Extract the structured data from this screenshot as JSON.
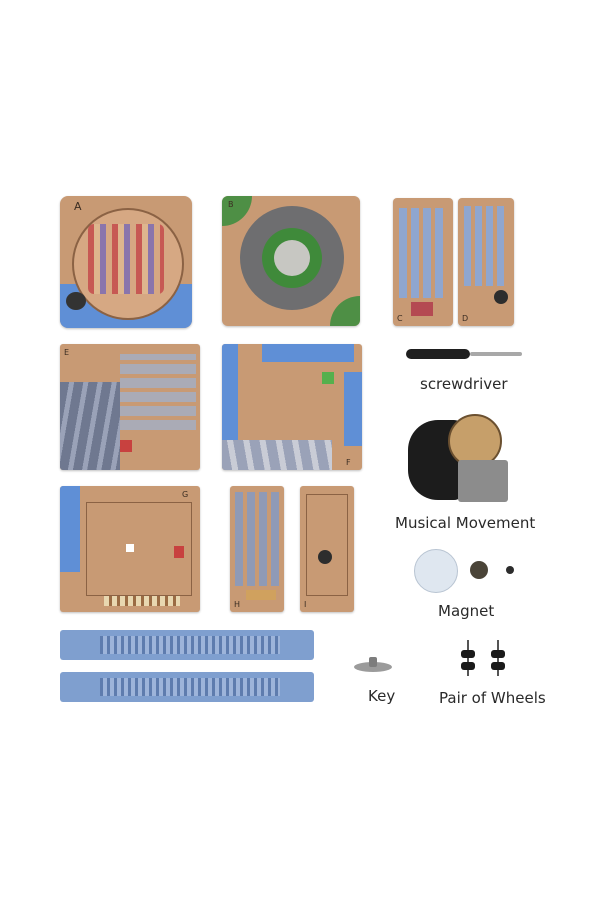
{
  "panel_letters": {
    "a": "A",
    "b": "B",
    "c": "C",
    "d": "D",
    "e": "E",
    "f": "F",
    "g": "G",
    "h": "H",
    "i": "I"
  },
  "labels": {
    "screwdriver": "screwdriver",
    "musical_movement": "Musical Movement",
    "magnet": "Magnet",
    "key": "Key",
    "wheels": "Pair of Wheels"
  },
  "colors": {
    "wood": "#c89a74",
    "blue": "#5f8fd6",
    "strip": "#7f9fcf"
  }
}
